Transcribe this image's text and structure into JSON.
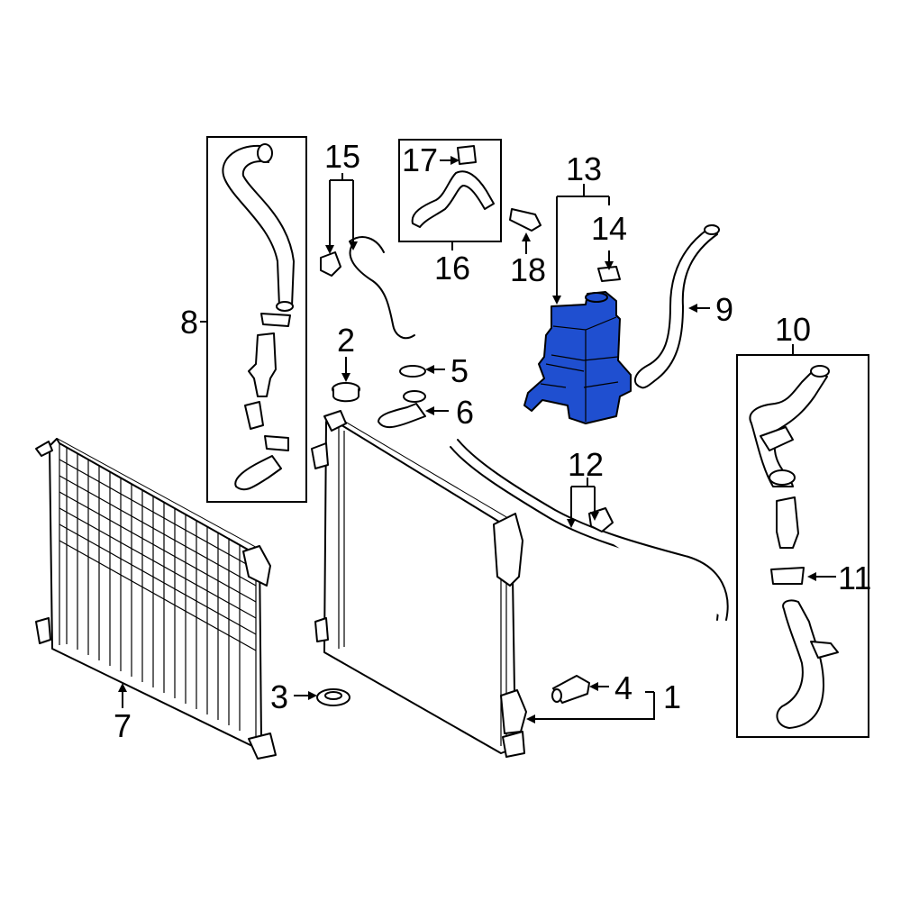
{
  "callouts": {
    "c1": "1",
    "c2": "2",
    "c3": "3",
    "c4": "4",
    "c5": "5",
    "c6": "6",
    "c7": "7",
    "c8": "8",
    "c9": "9",
    "c10": "10",
    "c11": "11",
    "c12": "12",
    "c13": "13",
    "c14": "14",
    "c15": "15",
    "c16": "16",
    "c17": "17",
    "c18": "18"
  },
  "colors": {
    "highlight": "#1f4fd0",
    "line": "#000000",
    "background": "#ffffff"
  },
  "highlighted_part": "c13"
}
